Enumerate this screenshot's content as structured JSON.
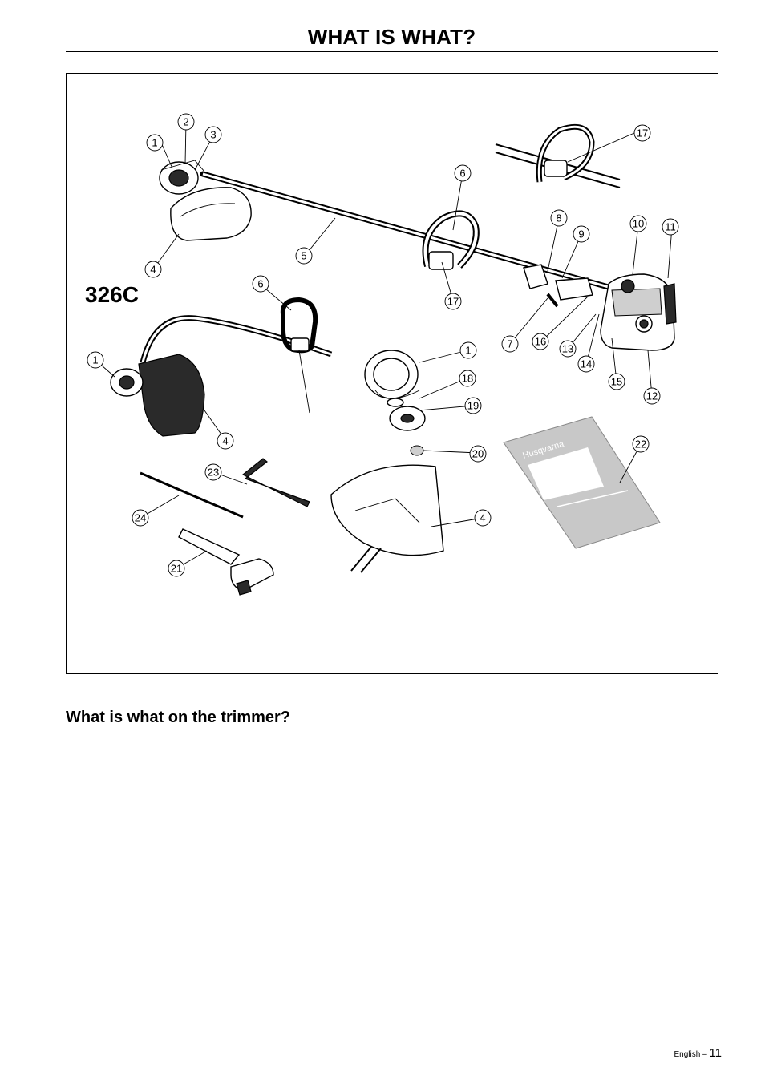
{
  "page": {
    "title": "WHAT IS WHAT?",
    "section_heading": "What is what on the trimmer?",
    "footer_lang": "English – ",
    "footer_page": "11"
  },
  "figure": {
    "model_label": "326C",
    "manual_brand": "Husqvarna",
    "callouts": [
      "1",
      "2",
      "3",
      "4",
      "5",
      "6",
      "17",
      "8",
      "9",
      "10",
      "11",
      "7",
      "16",
      "13",
      "14",
      "15",
      "12",
      "6",
      "17",
      "1",
      "4",
      "1",
      "18",
      "19",
      "20",
      "22",
      "23",
      "24",
      "4",
      "21"
    ]
  }
}
